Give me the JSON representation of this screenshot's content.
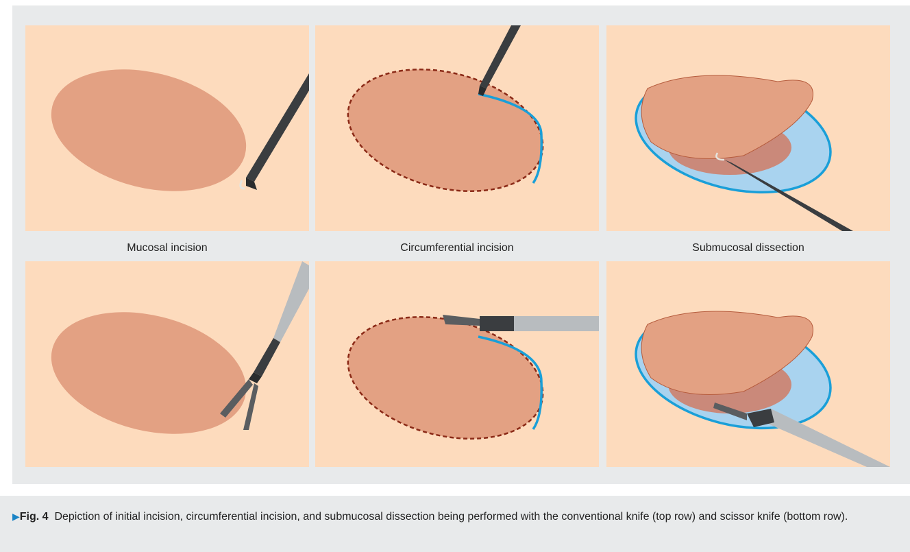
{
  "figure": {
    "panel_labels": [
      "Mucosal incision",
      "Circumferential incision",
      "Submucosal dissection"
    ],
    "caption": {
      "marker": "▶",
      "figure_number": "Fig. 4",
      "text": "Depiction of initial incision, circumferential incision, and submucosal dissection being performed with the conventional knife (top row) and scissor knife (bottom row)."
    }
  },
  "colors": {
    "background_mucosa": "#fddbbd",
    "lesion": "#e3a183",
    "incision_line": "#1a9fd8",
    "marking_dots": "#8b2a17",
    "instrument_dark": "#3a3d40",
    "instrument_steel": "#b8bcbf",
    "submucosa": "#a9d3ef",
    "caption_marker": "#1a84c6"
  }
}
